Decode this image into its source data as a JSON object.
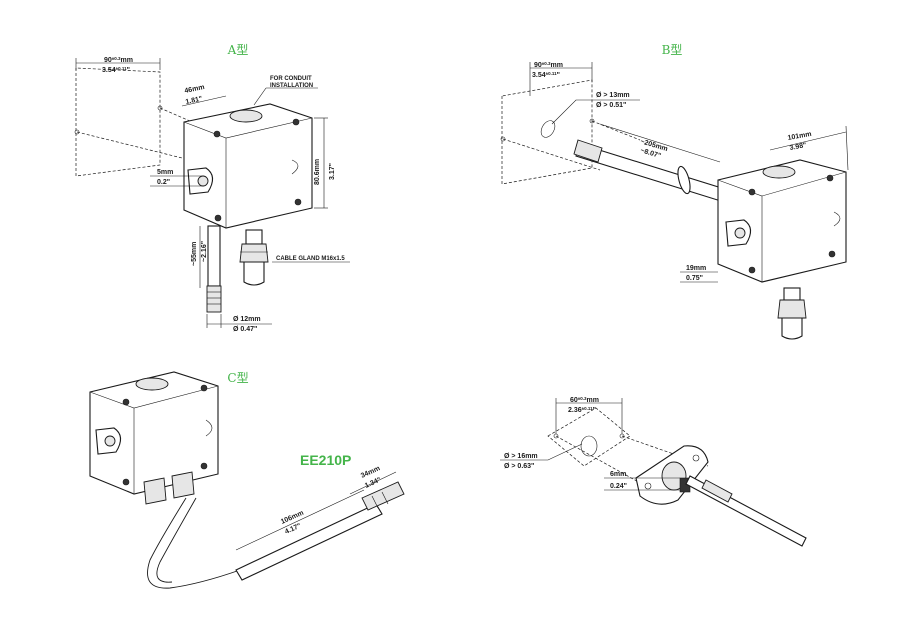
{
  "panels": {
    "a": {
      "title": "A型",
      "width_mm": "90",
      "width_tol_mm": "±0.3",
      "width_in": "3.54",
      "width_tol_in": "±0.11",
      "depth_mm": "46mm",
      "depth_in": "1.81\"",
      "conduit_note_1": "FOR CONDUIT",
      "conduit_note_2": "INSTALLATION",
      "height_mm": "80.6mm",
      "height_in": "3.17\"",
      "offset_mm": "5mm",
      "offset_in": "0.2\"",
      "probe_len_mm": "~55mm",
      "probe_len_in": "~2.16\"",
      "gland": "CABLE GLAND M16x1.5",
      "probe_dia_mm": "Ø 12mm",
      "probe_dia_in": "Ø 0.47\""
    },
    "b": {
      "title": "B型",
      "width_mm": "90",
      "width_tol_mm": "±0.3",
      "width_in": "3.54",
      "width_tol_in": "±0.11",
      "hole_mm": "Ø > 13mm",
      "hole_in": "Ø > 0.51\"",
      "probe_len_mm": "~205mm",
      "probe_len_in": "~8.07\"",
      "body_w_mm": "101mm",
      "body_w_in": "3.98\"",
      "flange_mm": "19mm",
      "flange_in": "0.75\""
    },
    "c": {
      "title": "C型",
      "model": "EE210P",
      "cable_mm": "106mm",
      "cable_in": "4.17\"",
      "tip_mm": "34mm",
      "tip_in": "1.34\""
    },
    "d": {
      "width_mm": "60",
      "width_tol_mm": "±0.3",
      "width_in": "2.36",
      "width_tol_in": "±0.11",
      "hole_mm": "Ø > 16mm",
      "hole_in": "Ø > 0.63\"",
      "clamp_mm": "6mm",
      "clamp_in": "0.24\""
    }
  }
}
